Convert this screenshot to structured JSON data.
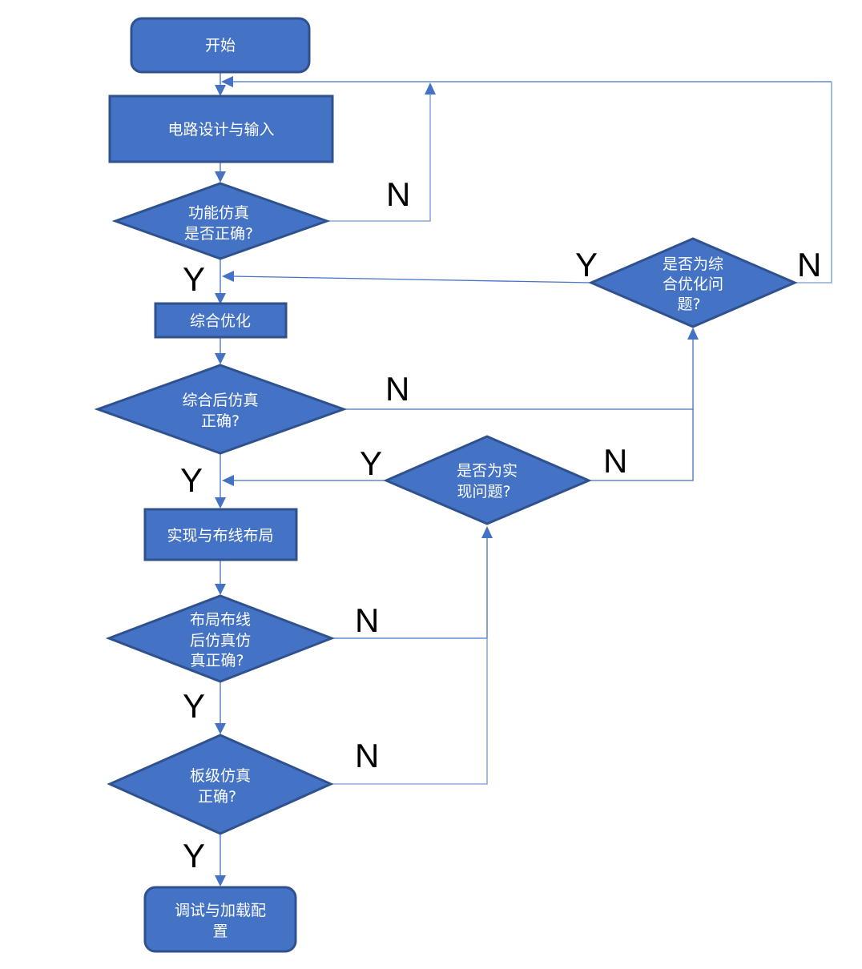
{
  "diagram": {
    "type": "flowchart",
    "colors": {
      "node_fill": "#4472C4",
      "node_border": "#2F528F",
      "edge": "#4472C4",
      "text": "#ffffff",
      "label": "#000000"
    },
    "nodes": {
      "start": {
        "shape": "rounded-rect",
        "lines": [
          "开始"
        ]
      },
      "design": {
        "shape": "rect",
        "lines": [
          "电路设计与输入"
        ]
      },
      "func_sim": {
        "shape": "diamond",
        "lines": [
          "功能仿真",
          "是否正确?"
        ]
      },
      "synth": {
        "shape": "rect",
        "lines": [
          "综合优化"
        ]
      },
      "post_synth": {
        "shape": "diamond",
        "lines": [
          "综合后仿真",
          "正确?"
        ]
      },
      "is_synth_issue": {
        "shape": "diamond",
        "lines": [
          "是否为综",
          "合优化问",
          "题?"
        ]
      },
      "impl": {
        "shape": "rect",
        "lines": [
          "实现与布线布局"
        ]
      },
      "is_impl_issue": {
        "shape": "diamond",
        "lines": [
          "是否为实",
          "现问题?"
        ]
      },
      "post_pr": {
        "shape": "diamond",
        "lines": [
          "布局布线",
          "后仿真仿",
          "真正确?"
        ]
      },
      "board_sim": {
        "shape": "diamond",
        "lines": [
          "板级仿真",
          "正确?"
        ]
      },
      "debug": {
        "shape": "rounded-rect",
        "lines": [
          "调试与加载配",
          "置"
        ]
      }
    },
    "edge_labels": {
      "func_sim_no": "N",
      "func_sim_yes": "Y",
      "synth_issue_yes": "Y",
      "synth_issue_no": "N",
      "post_synth_no": "N",
      "post_synth_yes": "Y",
      "impl_issue_yes": "Y",
      "impl_issue_no": "N",
      "post_pr_no": "N",
      "post_pr_yes": "Y",
      "board_sim_no": "N",
      "board_sim_yes": "Y"
    },
    "edges": [
      {
        "from": "start",
        "to": "design"
      },
      {
        "from": "design",
        "to": "func_sim"
      },
      {
        "from": "func_sim",
        "to": "design",
        "label": "N"
      },
      {
        "from": "func_sim",
        "to": "synth",
        "label": "Y"
      },
      {
        "from": "synth",
        "to": "post_synth"
      },
      {
        "from": "post_synth",
        "to": "is_synth_issue",
        "label": "N"
      },
      {
        "from": "is_synth_issue",
        "to": "synth",
        "label": "Y"
      },
      {
        "from": "is_synth_issue",
        "to": "design",
        "label": "N"
      },
      {
        "from": "post_synth",
        "to": "impl",
        "label": "Y"
      },
      {
        "from": "impl",
        "to": "post_pr"
      },
      {
        "from": "post_pr",
        "to": "is_impl_issue",
        "label": "N"
      },
      {
        "from": "is_impl_issue",
        "to": "impl",
        "label": "Y"
      },
      {
        "from": "is_impl_issue",
        "to": "is_synth_issue",
        "label": "N"
      },
      {
        "from": "post_pr",
        "to": "board_sim",
        "label": "Y"
      },
      {
        "from": "board_sim",
        "to": "is_impl_issue",
        "label": "N"
      },
      {
        "from": "board_sim",
        "to": "debug",
        "label": "Y"
      }
    ]
  }
}
